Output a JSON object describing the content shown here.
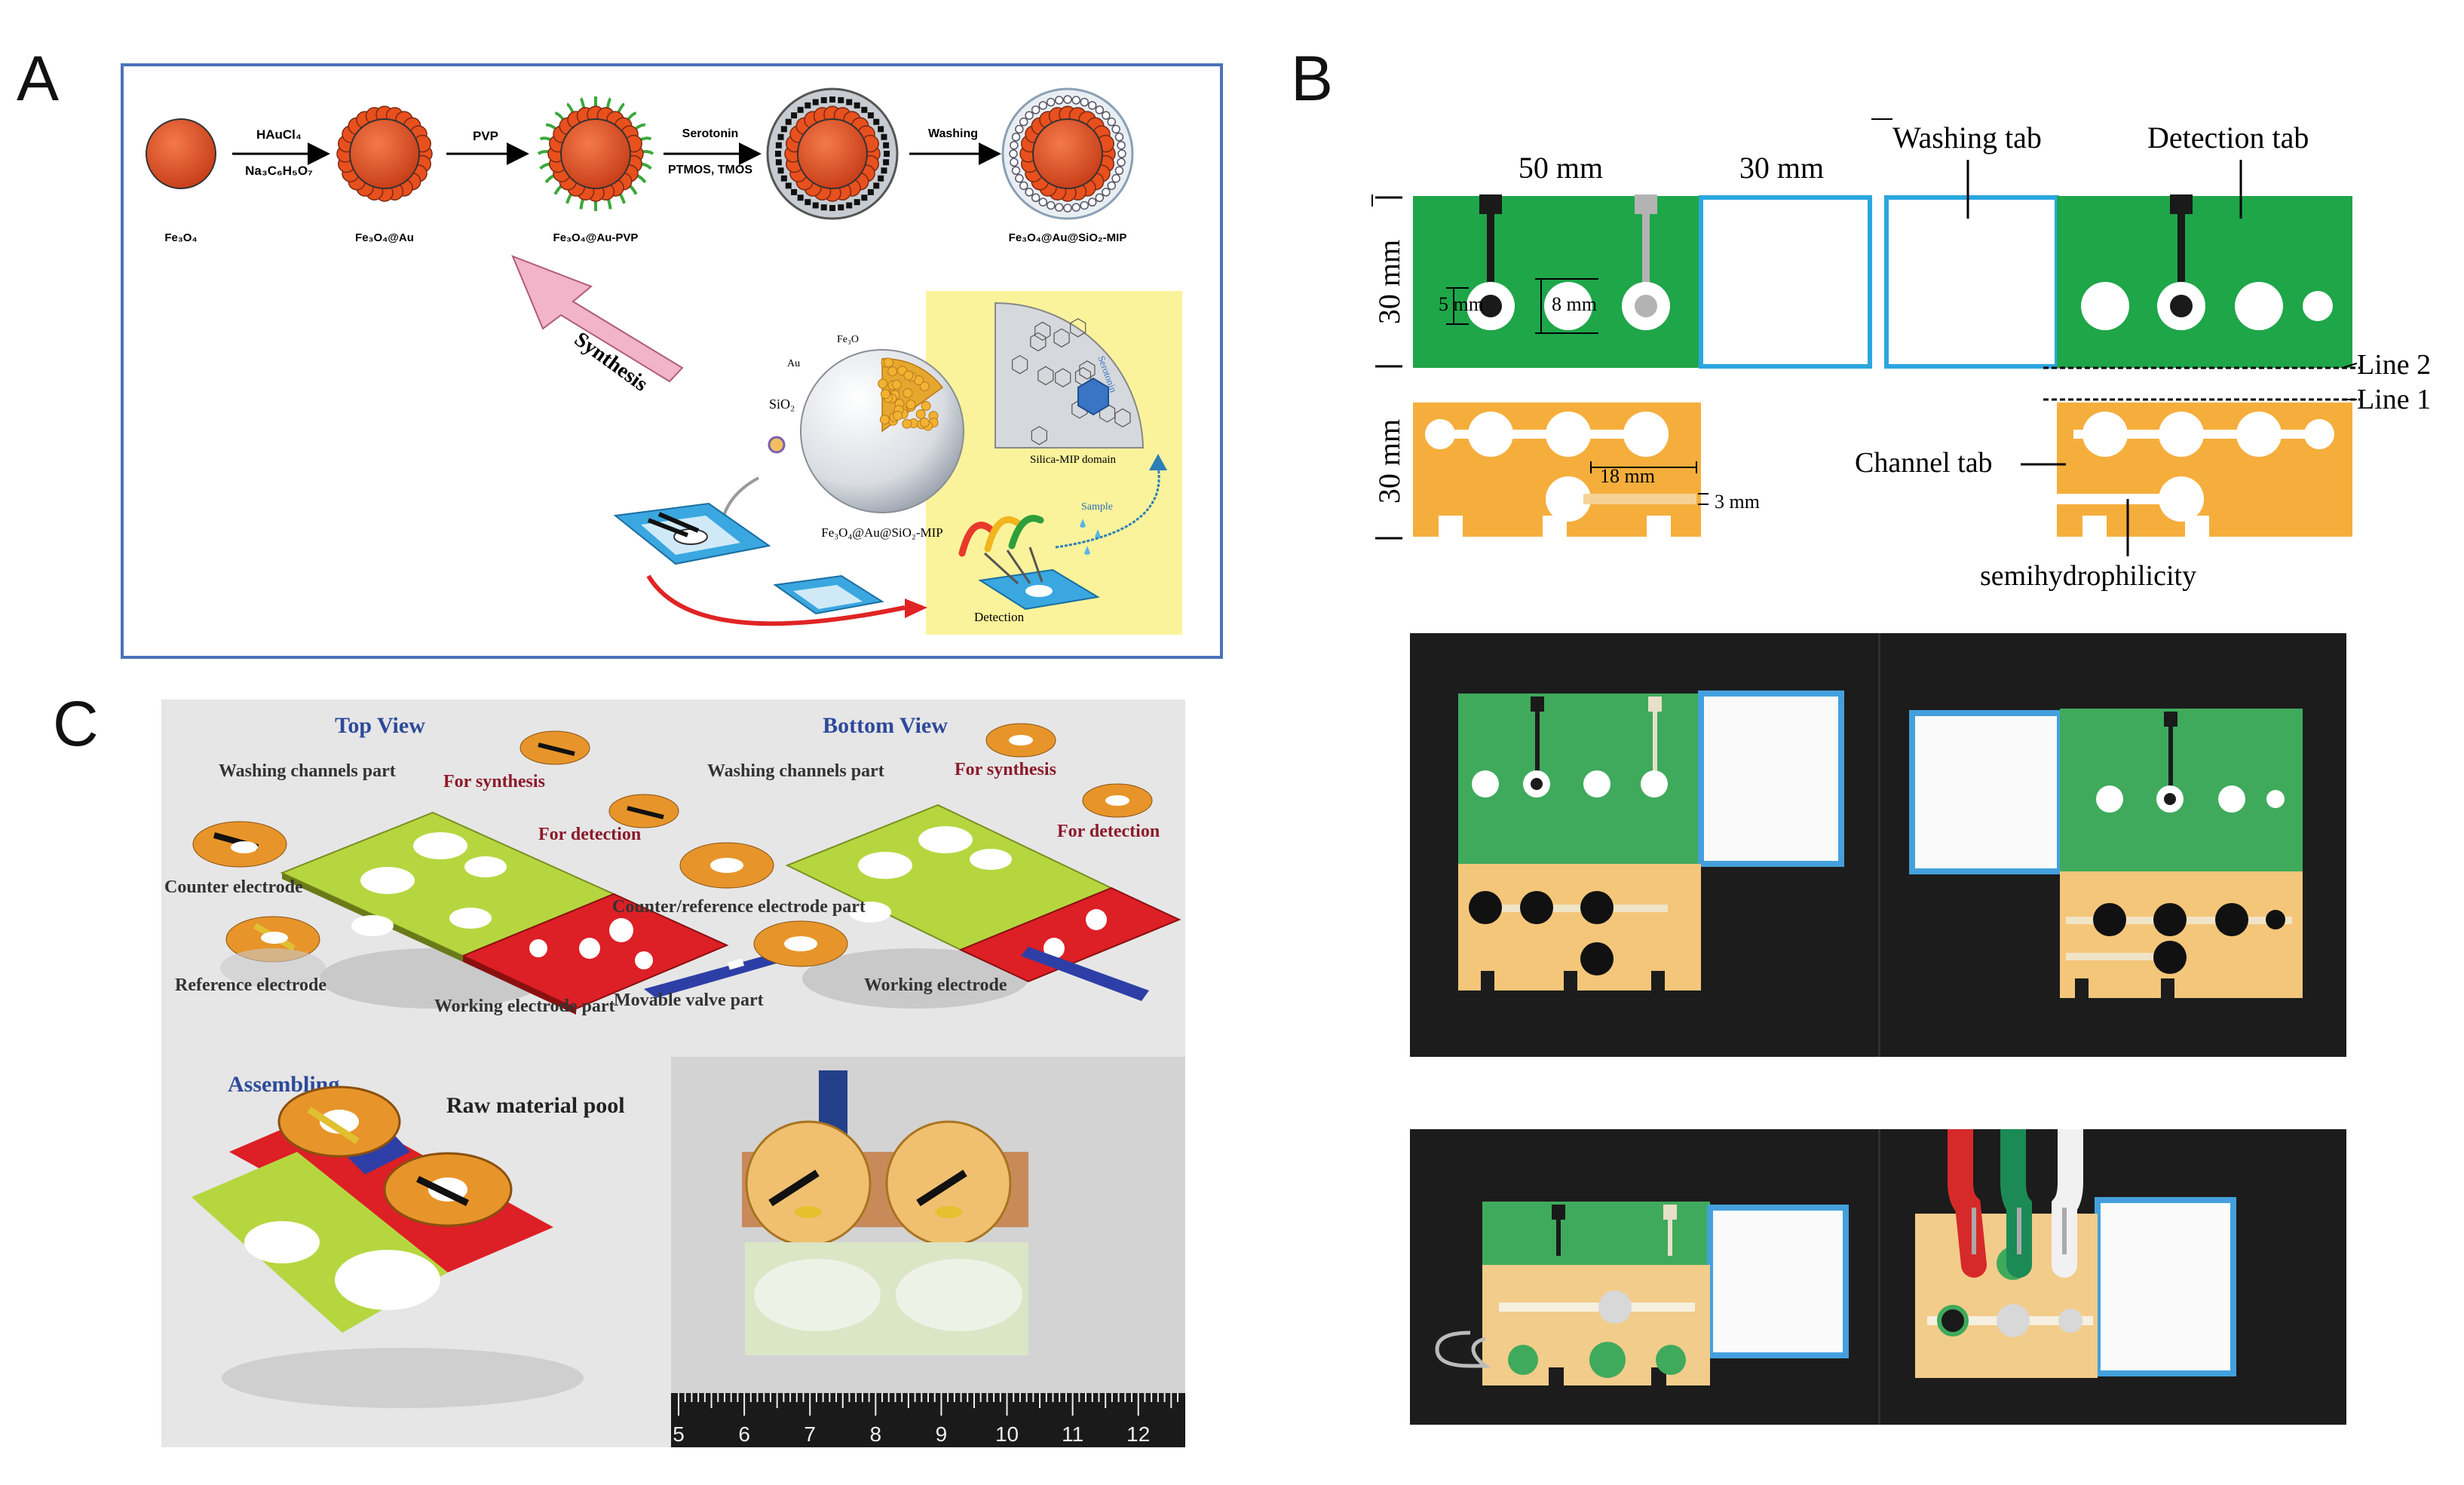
{
  "panels": {
    "a": {
      "letter": "A"
    },
    "b": {
      "letter": "B"
    },
    "c": {
      "letter": "C"
    }
  },
  "panel_a": {
    "steps": [
      {
        "name": "Fe3O4",
        "label": "Fe₃O₄"
      },
      {
        "name": "Fe3O4@Au",
        "label": "Fe₃O₄@Au"
      },
      {
        "name": "Fe3O4@Au-PVP",
        "label": "Fe₃O₄@Au-PVP"
      },
      {
        "name": "Fe3O4@Au@SiO2-MIP",
        "label": "Fe₃O₄@Au@SiO₂-MIP"
      }
    ],
    "arrows": [
      {
        "top": "HAuCl₄",
        "bottom": "Na₃C₆H₅O₇"
      },
      {
        "top": "PVP",
        "bottom": ""
      },
      {
        "top": "Serotonin",
        "bottom": "PTMOS, TMOS"
      },
      {
        "top": "Washing",
        "bottom": ""
      }
    ],
    "synthesis_label": "Synthesis",
    "sphere_labels": {
      "fe3o4": "Fe₃O",
      "au": "Au",
      "sio2": "SiO₂",
      "name": "Fe₃O₄@Au@SiO₂-MIP"
    },
    "domain_label": "Silica-MIP domain",
    "serotonin_label": "Serotonin",
    "sample_label": "Sample",
    "detection_label": "Detection",
    "colors": {
      "border": "#4a73b8",
      "core": "#e2572a",
      "gold": "#e8501e",
      "pvp": "#3aa83a",
      "yellow": "#fbf39b",
      "pink": "#f2b4c8"
    }
  },
  "panel_b": {
    "dims": {
      "w50": "50 mm",
      "w30": "30 mm",
      "h30_top": "30 mm",
      "h30_bottom": "30 mm",
      "d5": "5 mm",
      "d8": "8 mm",
      "l18": "18 mm",
      "w3": "3 mm"
    },
    "labels": {
      "washing_tab": "Washing tab",
      "detection_tab": "Detection tab",
      "line2": "Line 2",
      "line1": "Line 1",
      "channel_tab": "Channel tab",
      "semihydrophilicity": "semihydrophilicity"
    },
    "colors": {
      "green": "#1ea649",
      "orange": "#f5ae3c",
      "blue": "#2ba6e0",
      "electrode": "#1a1a1a",
      "electrode_grey": "#b3b3b3"
    }
  },
  "panel_c": {
    "top_view": "Top View",
    "bottom_view": "Bottom View",
    "labels_top": {
      "washing": "Washing channels part",
      "synthesis": "For synthesis",
      "detection": "For detection",
      "counter": "Counter electrode",
      "reference": "Reference electrode",
      "working": "Working electrode part",
      "valve": "Movable valve part"
    },
    "labels_bottom": {
      "washing": "Washing channels part",
      "synthesis": "For synthesis",
      "detection": "For detection",
      "counter_ref": "Counter/reference electrode part",
      "working": "Working electrode"
    },
    "assembling": "Assembling",
    "raw_pool": "Raw material pool",
    "ruler_ticks": [
      "5",
      "6",
      "7",
      "8",
      "9",
      "10",
      "11",
      "12"
    ],
    "colors": {
      "bg": "#e6e6e6",
      "green": "#b6d640",
      "red": "#dd1f26",
      "orange": "#e7952a",
      "title": "#2d4a9a",
      "maroon": "#8b1a2a"
    }
  }
}
